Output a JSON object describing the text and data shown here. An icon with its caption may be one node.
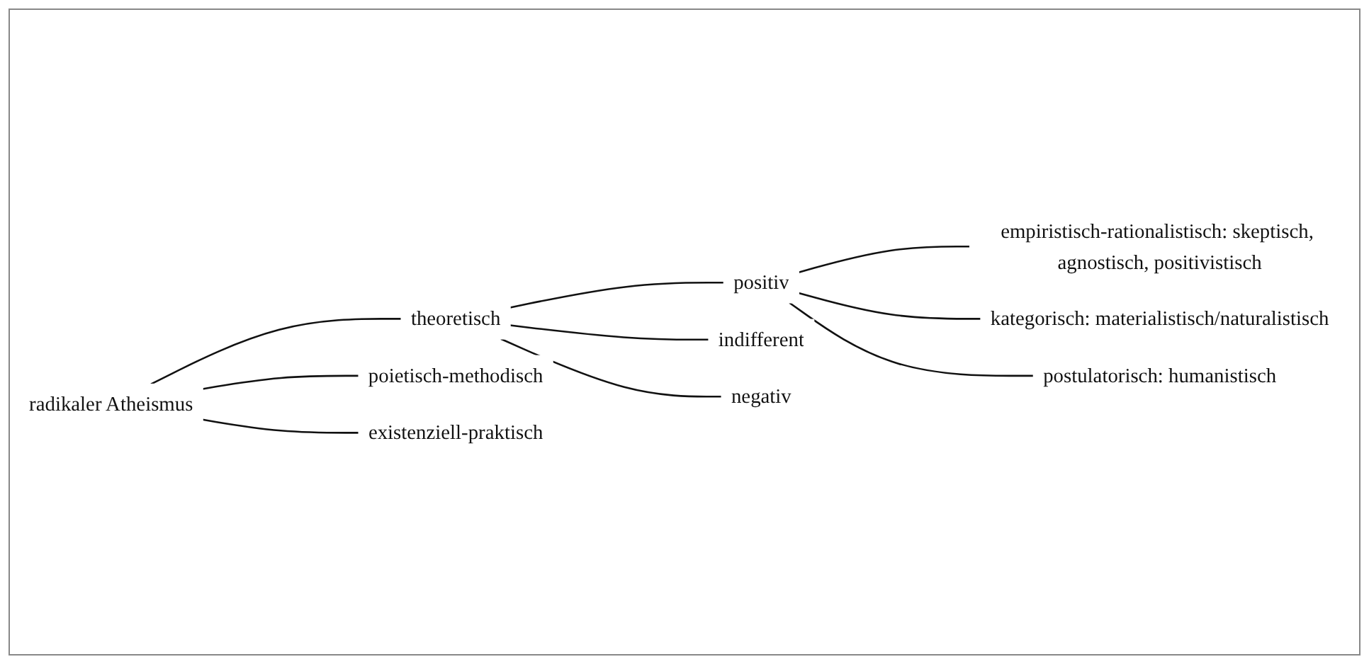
{
  "diagram": {
    "nodes": [
      {
        "text": [
          "radikaler Atheismus"
        ]
      },
      {
        "text": [
          "theoretisch"
        ]
      },
      {
        "text": [
          "positiv"
        ]
      },
      {
        "text": [
          "empiristisch-rationalistisch: skeptisch, agnostisch, positivistisch"
        ]
      },
      {
        "text": [
          "kategorisch: materialistisch/naturalistisch"
        ]
      },
      {
        "text": [
          "postulatorisch: humanistisch"
        ]
      },
      {
        "text": [
          "indifferent"
        ]
      },
      {
        "text": [
          "negativ"
        ]
      },
      {
        "text": [
          "poietisch-methodisch"
        ]
      },
      {
        "text": [
          "existenziell-praktisch"
        ]
      }
    ],
    "edges": [
      {
        "from": 0,
        "to": 1,
        "arrow": "none"
      },
      {
        "from": 1,
        "to": 2,
        "arrow": "none"
      },
      {
        "from": 2,
        "to": 3,
        "arrow": "none"
      },
      {
        "from": 2,
        "to": 4,
        "arrow": "none"
      },
      {
        "from": 2,
        "to": 5,
        "arrow": "none"
      },
      {
        "from": 1,
        "to": 6,
        "arrow": "none"
      },
      {
        "from": 1,
        "to": 7,
        "arrow": "none"
      },
      {
        "from": 0,
        "to": 8,
        "arrow": "none"
      },
      {
        "from": 0,
        "to": 9,
        "arrow": "none"
      }
    ]
  }
}
